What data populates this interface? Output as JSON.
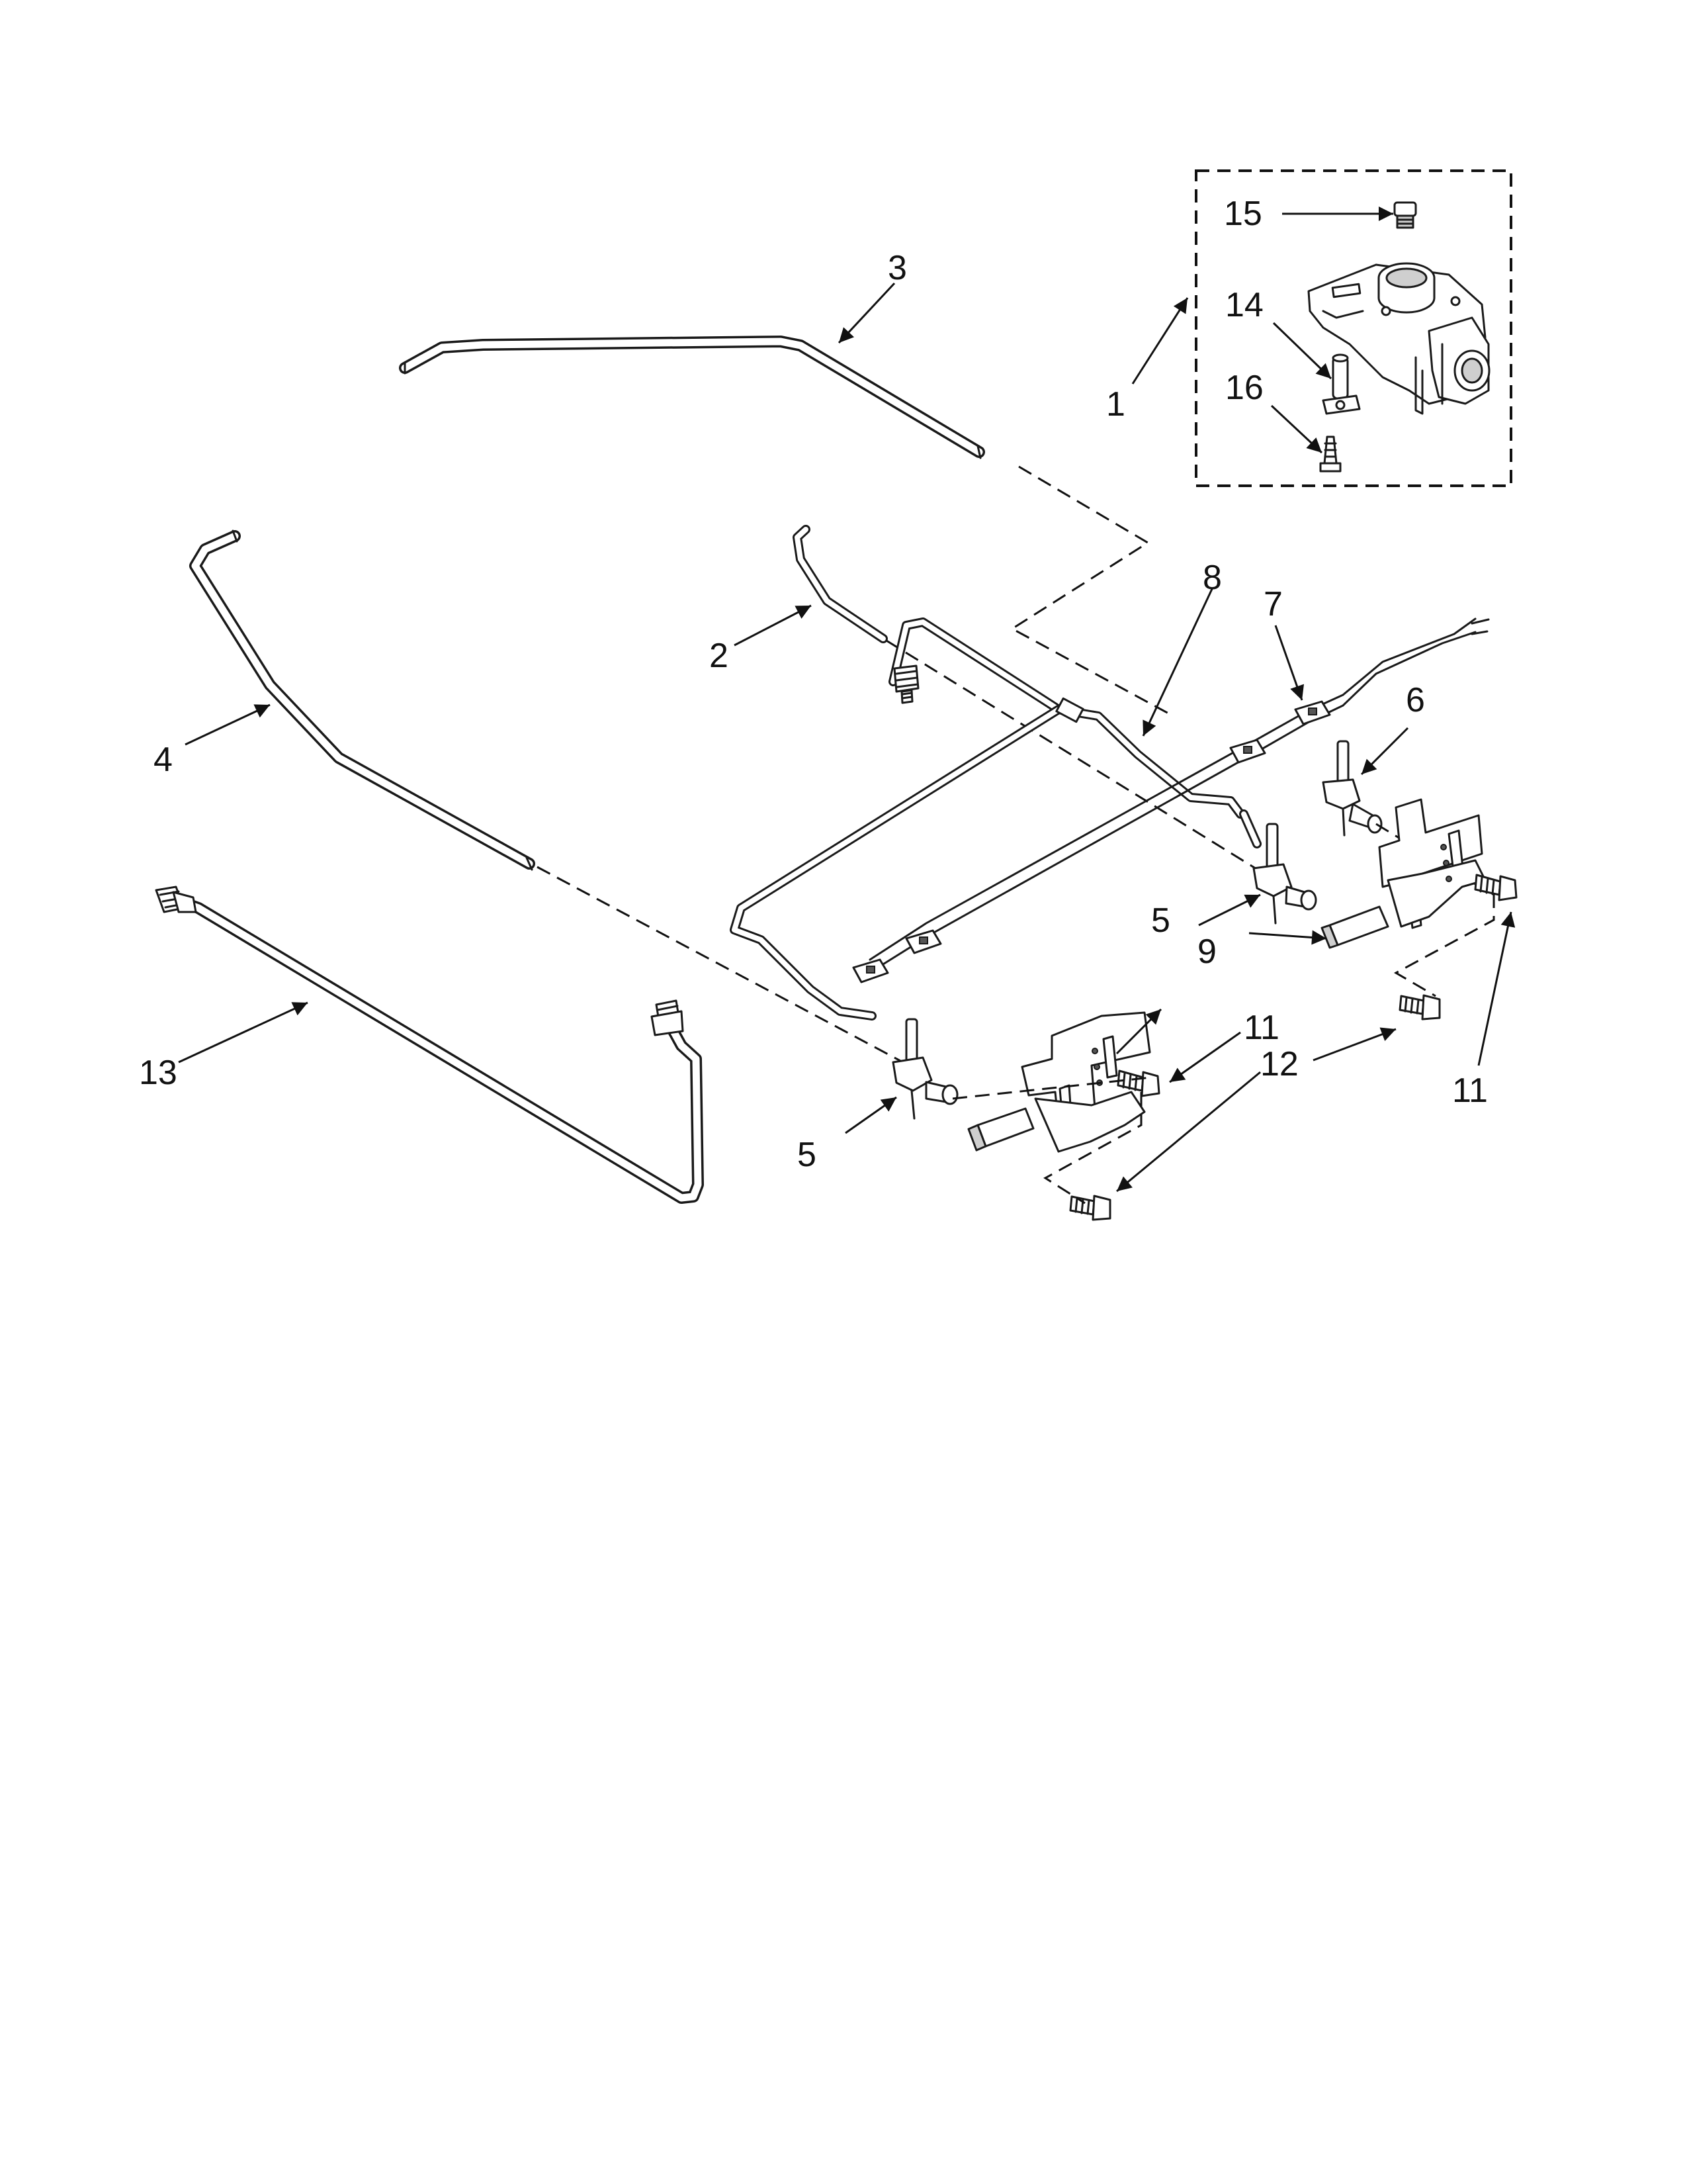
{
  "callouts": {
    "c1": "1",
    "c2": "2",
    "c3": "3",
    "c4": "4",
    "c5a": "5",
    "c5b": "5",
    "c6": "6",
    "c7": "7",
    "c8": "8",
    "c9": "9",
    "c11a": "11",
    "c11b": "11",
    "c12": "12",
    "c13": "13",
    "c14": "14",
    "c15": "15",
    "c16": "16"
  }
}
